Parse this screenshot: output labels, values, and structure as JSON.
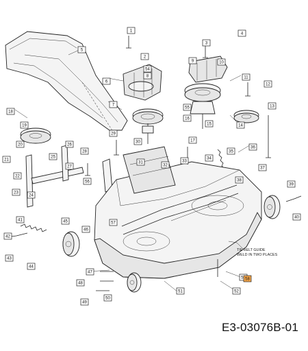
{
  "drawing_id": "E3-03076B-01",
  "note_line_1": "TIE BELT GUIDE",
  "note_line_2": "WELD IN TWO PLACES",
  "highlight_color": "#f5a64a",
  "callouts": [
    "1",
    "2",
    "3",
    "4",
    "5",
    "6",
    "7",
    "8",
    "9",
    "10",
    "11",
    "12",
    "13",
    "14",
    "15",
    "16",
    "17",
    "18",
    "19",
    "20",
    "21",
    "22",
    "23",
    "24",
    "25",
    "26",
    "27",
    "28",
    "29",
    "30",
    "31",
    "32",
    "33",
    "34",
    "35",
    "36",
    "37",
    "38",
    "39",
    "40",
    "41",
    "42",
    "43",
    "44",
    "45",
    "46",
    "47",
    "48",
    "49",
    "50",
    "51",
    "52",
    "53",
    "54",
    "55",
    "56",
    "57",
    "58"
  ]
}
